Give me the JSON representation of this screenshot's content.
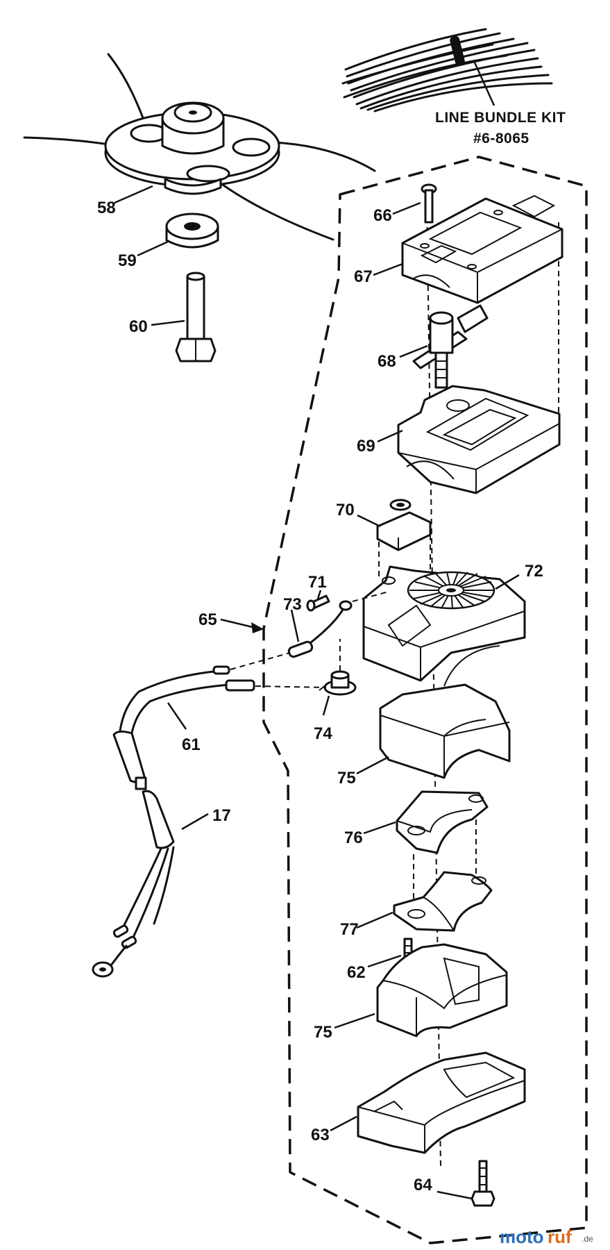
{
  "kit": {
    "line1": "LINE BUNDLE KIT",
    "line2": "#6-8065"
  },
  "labels": {
    "p58": "58",
    "p59": "59",
    "p60": "60",
    "p66": "66",
    "p67": "67",
    "p68": "68",
    "p69": "69",
    "p70": "70",
    "p72": "72",
    "p71": "71",
    "p65": "65",
    "p73": "73",
    "p61": "61",
    "p74": "74",
    "p75a": "75",
    "p17": "17",
    "p76": "76",
    "p77": "77",
    "p62": "62",
    "p75b": "75",
    "p63": "63",
    "p64": "64"
  },
  "watermark": {
    "part1": "moto",
    "part2": "ruf",
    "suffix": ".de"
  }
}
